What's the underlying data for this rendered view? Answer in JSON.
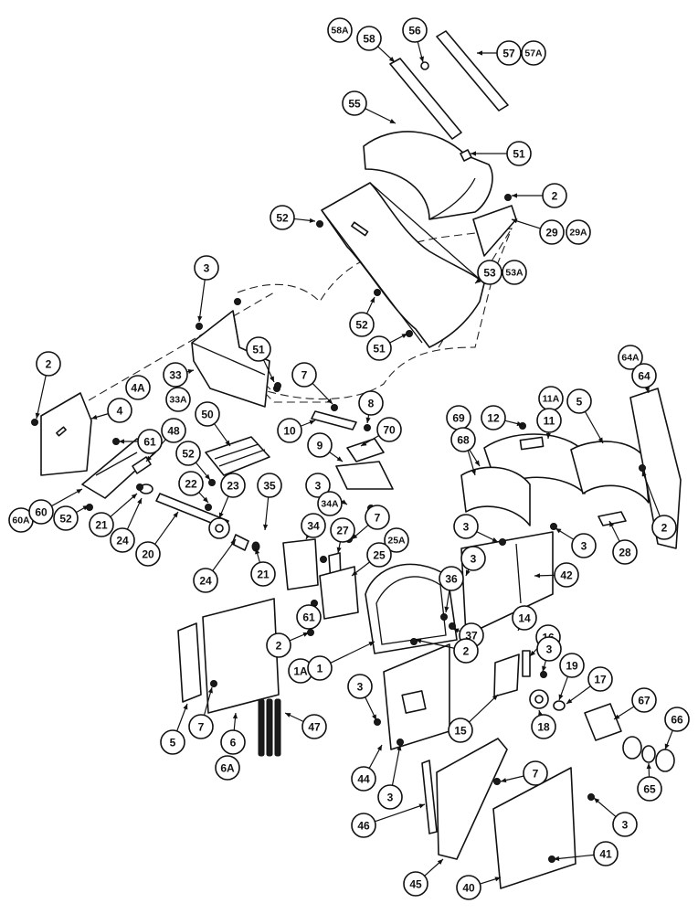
{
  "callouts": [
    {
      "id": "c58a",
      "label": "58A"
    },
    {
      "id": "c58",
      "label": "58"
    },
    {
      "id": "c56",
      "label": "56"
    },
    {
      "id": "c57",
      "label": "57"
    },
    {
      "id": "c57a",
      "label": "57A"
    },
    {
      "id": "c55",
      "label": "55"
    },
    {
      "id": "c51a",
      "label": "51"
    },
    {
      "id": "c2a",
      "label": "2"
    },
    {
      "id": "c52a",
      "label": "52"
    },
    {
      "id": "c29",
      "label": "29"
    },
    {
      "id": "c29a",
      "label": "29A"
    },
    {
      "id": "c53",
      "label": "53"
    },
    {
      "id": "c53a",
      "label": "53A"
    },
    {
      "id": "c3a",
      "label": "3"
    },
    {
      "id": "c52b",
      "label": "52"
    },
    {
      "id": "c51b",
      "label": "51"
    },
    {
      "id": "c2b",
      "label": "2"
    },
    {
      "id": "c51c",
      "label": "51"
    },
    {
      "id": "c33",
      "label": "33"
    },
    {
      "id": "c33a",
      "label": "33A"
    },
    {
      "id": "c7a",
      "label": "7"
    },
    {
      "id": "c4",
      "label": "4"
    },
    {
      "id": "c4a",
      "label": "4A"
    },
    {
      "id": "c61a",
      "label": "61"
    },
    {
      "id": "c48",
      "label": "48"
    },
    {
      "id": "c50",
      "label": "50"
    },
    {
      "id": "c8",
      "label": "8"
    },
    {
      "id": "c10",
      "label": "10"
    },
    {
      "id": "c70",
      "label": "70"
    },
    {
      "id": "c9",
      "label": "9"
    },
    {
      "id": "c52c",
      "label": "52"
    },
    {
      "id": "c69",
      "label": "69"
    },
    {
      "id": "c68",
      "label": "68"
    },
    {
      "id": "c12",
      "label": "12"
    },
    {
      "id": "c11a",
      "label": "11A"
    },
    {
      "id": "c11",
      "label": "11"
    },
    {
      "id": "c5a",
      "label": "5"
    },
    {
      "id": "c64a",
      "label": "64A"
    },
    {
      "id": "c64",
      "label": "64"
    },
    {
      "id": "c60a",
      "label": "60A"
    },
    {
      "id": "c60",
      "label": "60"
    },
    {
      "id": "c52d",
      "label": "52"
    },
    {
      "id": "c21a",
      "label": "21"
    },
    {
      "id": "c24a",
      "label": "24"
    },
    {
      "id": "c20",
      "label": "20"
    },
    {
      "id": "c22",
      "label": "22"
    },
    {
      "id": "c23",
      "label": "23"
    },
    {
      "id": "c35",
      "label": "35"
    },
    {
      "id": "c3b",
      "label": "3"
    },
    {
      "id": "c34a",
      "label": "34A"
    },
    {
      "id": "c34",
      "label": "34"
    },
    {
      "id": "c27",
      "label": "27"
    },
    {
      "id": "c7b",
      "label": "7"
    },
    {
      "id": "c25a",
      "label": "25A"
    },
    {
      "id": "c25",
      "label": "25"
    },
    {
      "id": "c24b",
      "label": "24"
    },
    {
      "id": "c21b",
      "label": "21"
    },
    {
      "id": "c3c",
      "label": "3"
    },
    {
      "id": "c3d",
      "label": "3"
    },
    {
      "id": "c3e",
      "label": "3"
    },
    {
      "id": "c42",
      "label": "42"
    },
    {
      "id": "c28",
      "label": "28"
    },
    {
      "id": "c2c",
      "label": "2"
    },
    {
      "id": "c36",
      "label": "36"
    },
    {
      "id": "c37",
      "label": "37"
    },
    {
      "id": "c14",
      "label": "14"
    },
    {
      "id": "c61b",
      "label": "61"
    },
    {
      "id": "c2d",
      "label": "2"
    },
    {
      "id": "c1a",
      "label": "1A"
    },
    {
      "id": "c1",
      "label": "1"
    },
    {
      "id": "c2e",
      "label": "2"
    },
    {
      "id": "c16",
      "label": "16"
    },
    {
      "id": "c3f",
      "label": "3"
    },
    {
      "id": "c19",
      "label": "19"
    },
    {
      "id": "c17",
      "label": "17"
    },
    {
      "id": "c67",
      "label": "67"
    },
    {
      "id": "c66",
      "label": "66"
    },
    {
      "id": "c3g",
      "label": "3"
    },
    {
      "id": "c15",
      "label": "15"
    },
    {
      "id": "c18",
      "label": "18"
    },
    {
      "id": "c65",
      "label": "65"
    },
    {
      "id": "c47",
      "label": "47"
    },
    {
      "id": "c5b",
      "label": "5"
    },
    {
      "id": "c7c",
      "label": "7"
    },
    {
      "id": "c6",
      "label": "6"
    },
    {
      "id": "c6a",
      "label": "6A"
    },
    {
      "id": "c44",
      "label": "44"
    },
    {
      "id": "c3h",
      "label": "3"
    },
    {
      "id": "c7d",
      "label": "7"
    },
    {
      "id": "c46",
      "label": "46"
    },
    {
      "id": "c3i",
      "label": "3"
    },
    {
      "id": "c41",
      "label": "41"
    },
    {
      "id": "c45",
      "label": "45"
    },
    {
      "id": "c40",
      "label": "40"
    }
  ]
}
